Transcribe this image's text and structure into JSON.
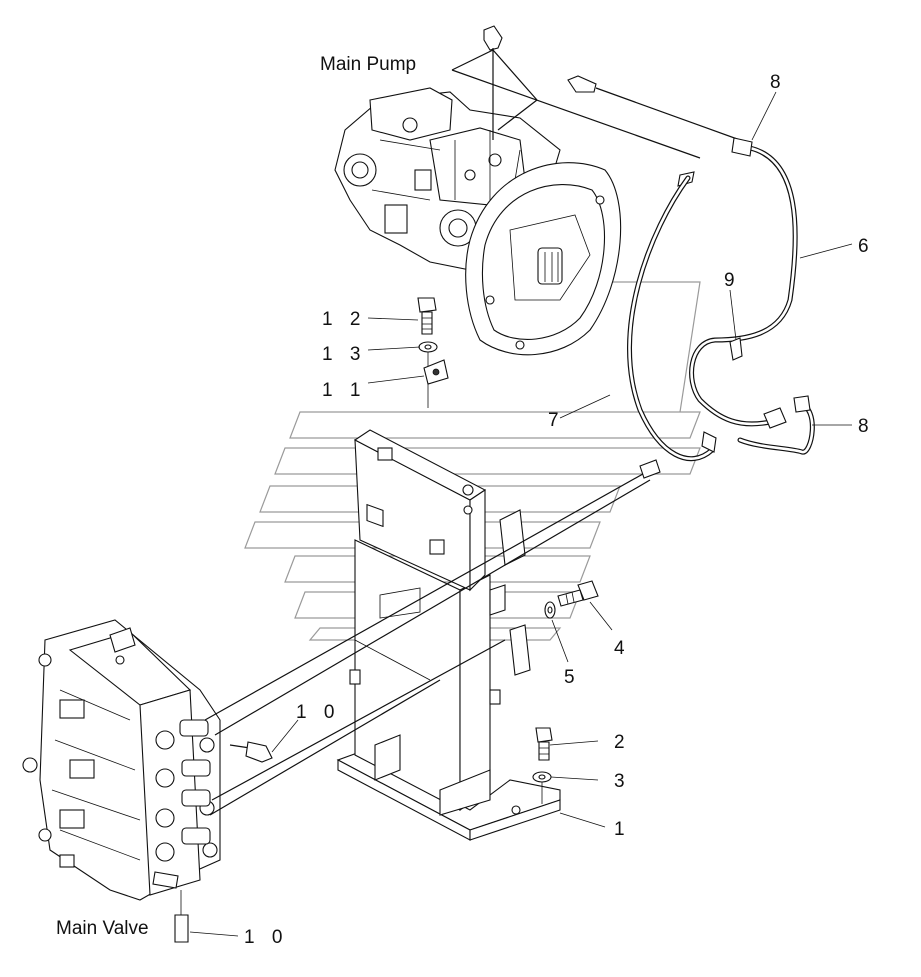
{
  "components": {
    "main_pump": "Main Pump",
    "main_valve": "Main Valve"
  },
  "callouts": {
    "p1": "1",
    "p2": "2",
    "p3": "3",
    "p4": "4",
    "p5": "5",
    "p6": "6",
    "p7": "7",
    "p8_top": "8",
    "p8_right": "8",
    "p9": "9",
    "p10_mid": "1 0",
    "p10_bottom": "1 0",
    "p11": "1 1",
    "p12": "1 2",
    "p13": "1 3"
  },
  "colors": {
    "line": "#111111",
    "watermark": "#9a9a9a",
    "background": "#ffffff"
  }
}
